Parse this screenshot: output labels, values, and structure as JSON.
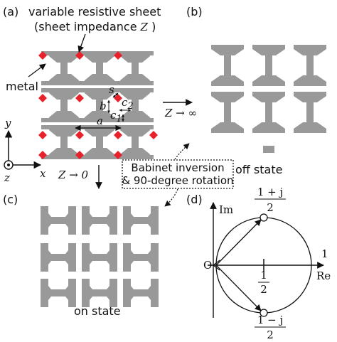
{
  "panel_labels": {
    "a": "(a)",
    "b": "(b)",
    "c": "(c)",
    "d": "(d)"
  },
  "annotations": {
    "variable_sheet_line1": "variable resistive sheet",
    "variable_sheet_line2_prefix": "(sheet impedance ",
    "variable_sheet_line2_var": "Z",
    "variable_sheet_line2_suffix": " )",
    "metal": "metal",
    "s": "s",
    "b": "b",
    "a": "a",
    "c1": "c",
    "c1_sub": "1",
    "c2": "c",
    "c2_sub": "2",
    "z_to_inf": "Z → ∞",
    "z_to_zero": "Z → 0",
    "babinet_line1": "Babinet inversion",
    "babinet_line2": "& 90-degree rotation",
    "off_state": "off state",
    "on_state": "on state"
  },
  "axes": {
    "x": "x",
    "y": "y",
    "z": "z"
  },
  "complex_plane": {
    "im": "Im",
    "re": "Re",
    "origin": "O",
    "one": "1",
    "half_num": "1",
    "half_den": "2",
    "top_num": "1 + j",
    "top_den": "2",
    "bot_num": "1 − j",
    "bot_den": "2"
  },
  "colors": {
    "metal": "#999999",
    "resistive": "#e8212b"
  }
}
